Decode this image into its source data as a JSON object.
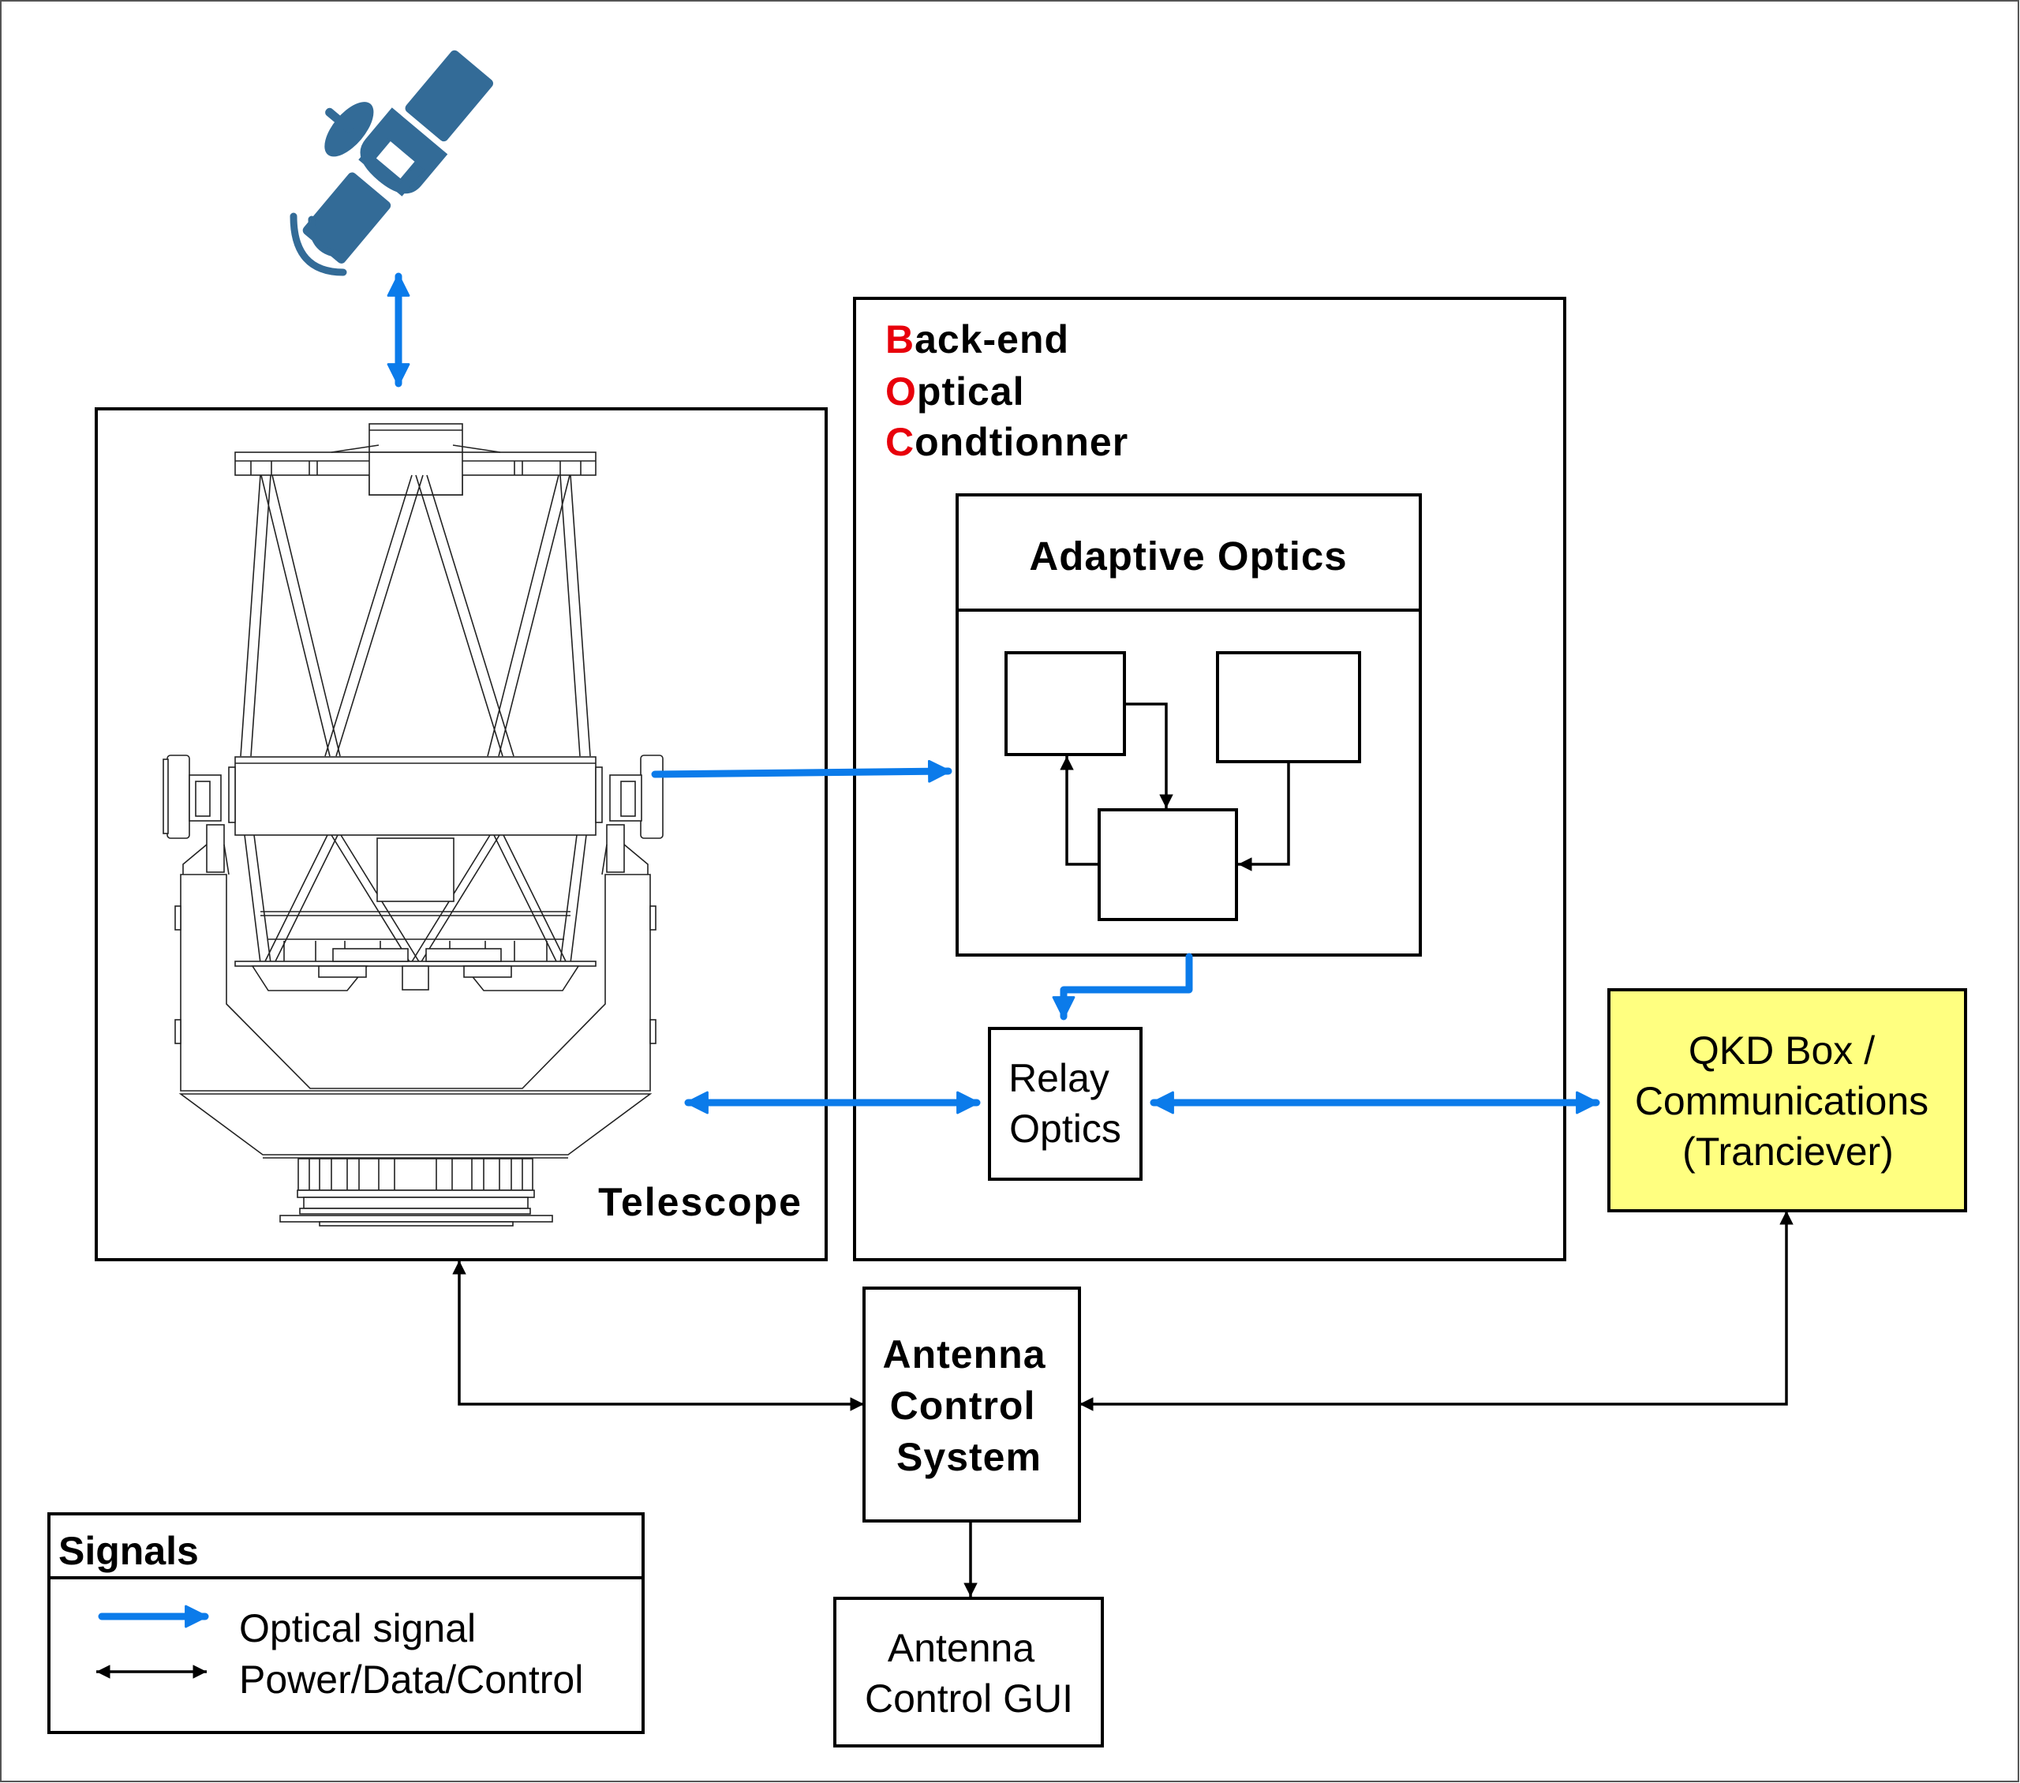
{
  "colors": {
    "optical": "#0b7bea",
    "control": "#000000",
    "boc_initials": "#e8000b",
    "qkd_fill": "#ffff80",
    "satellite": "#336b97"
  },
  "satellite": {
    "icon": "satellite-icon"
  },
  "telescope": {
    "label": "Telescope",
    "icon": "telescope-drawing"
  },
  "boc": {
    "lines": [
      {
        "initial": "B",
        "rest": "ack-end"
      },
      {
        "initial": "O",
        "rest": "ptical"
      },
      {
        "initial": "C",
        "rest": "ondtionner"
      }
    ]
  },
  "adaptive_optics": {
    "title": "Adaptive Optics",
    "inner_blocks": 3
  },
  "relay_optics": {
    "lines": [
      "Relay",
      "Optics"
    ]
  },
  "qkd_box": {
    "lines": [
      "QKD Box /",
      "Communications",
      "(Tranciever)"
    ]
  },
  "antenna_control_system": {
    "lines": [
      "Antenna",
      "Control",
      "System"
    ]
  },
  "antenna_control_gui": {
    "lines": [
      "Antenna",
      "Control GUI"
    ]
  },
  "legend": {
    "title": "Signals",
    "items": [
      {
        "label": "Optical signal",
        "type": "optical"
      },
      {
        "label": "Power/Data/Control",
        "type": "control"
      }
    ]
  },
  "connections": [
    {
      "from": "satellite",
      "to": "telescope",
      "type": "optical",
      "direction": "both"
    },
    {
      "from": "telescope",
      "to": "adaptive_optics",
      "type": "optical",
      "direction": "forward"
    },
    {
      "from": "adaptive_optics",
      "to": "relay_optics",
      "type": "optical",
      "direction": "forward"
    },
    {
      "from": "relay_optics",
      "to": "telescope",
      "type": "optical",
      "direction": "both"
    },
    {
      "from": "relay_optics",
      "to": "qkd_box",
      "type": "optical",
      "direction": "both"
    },
    {
      "from": "telescope",
      "to": "antenna_control_system",
      "type": "control",
      "direction": "both"
    },
    {
      "from": "qkd_box",
      "to": "antenna_control_system",
      "type": "control",
      "direction": "both"
    },
    {
      "from": "antenna_control_system",
      "to": "antenna_control_gui",
      "type": "control",
      "direction": "forward"
    }
  ]
}
